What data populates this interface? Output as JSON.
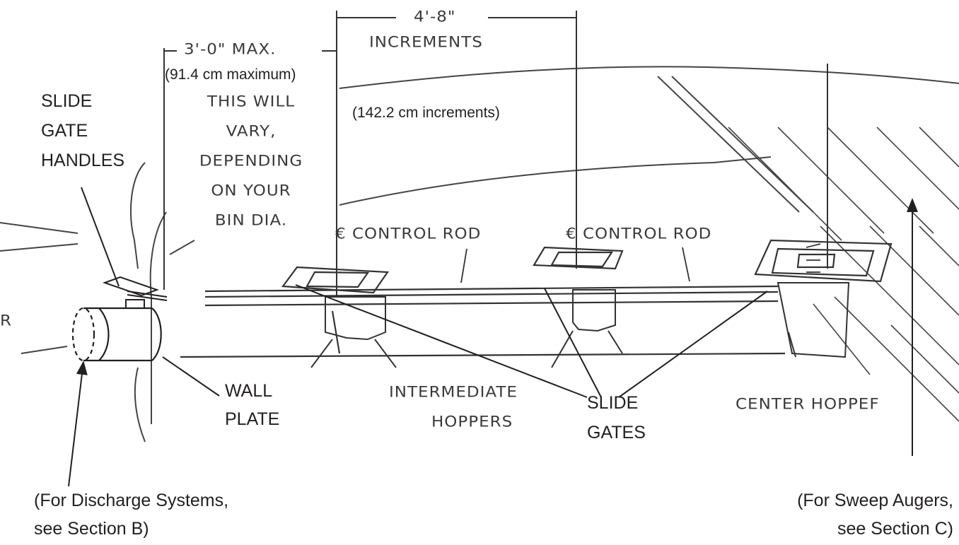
{
  "dimensions": {
    "increment_value": "4'-8\"",
    "increment_word": "INCREMENTS",
    "increment_metric": "(142.2 cm increments)",
    "max_value": "3'-0\" MAX.",
    "max_metric": "(91.4 cm maximum)",
    "vary_note": [
      "THIS WILL",
      "VARY,",
      "DEPENDING",
      "ON YOUR",
      "BIN DIA."
    ]
  },
  "component_labels": {
    "slide_gate_handles": [
      "SLIDE",
      "GATE",
      "HANDLES"
    ],
    "wall_plate": [
      "WALL",
      "PLATE"
    ],
    "slide_gates": [
      "SLIDE",
      "GATES"
    ]
  },
  "drawing_labels": {
    "control_rod_1": "€ CONTROL ROD",
    "control_rod_2": "€ CONTROL ROD",
    "intermediate_hoppers": [
      "INTERMEDIATE",
      "HOPPERS"
    ],
    "center_hopper": "CENTER HOPPEF",
    "edge_fragment": "R"
  },
  "footnotes": {
    "discharge": [
      "(For Discharge Systems,",
      "see Section B)"
    ],
    "sweep": [
      "(For Sweep Augers,",
      "see Section C)"
    ]
  },
  "colors": {
    "ink": "#231f20",
    "sketch": "#3a3a3a"
  }
}
